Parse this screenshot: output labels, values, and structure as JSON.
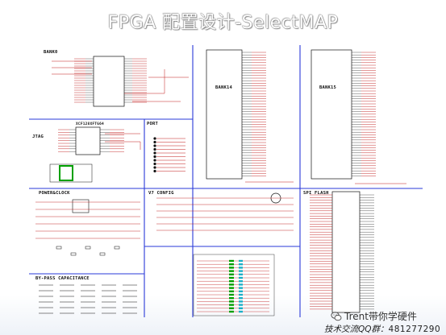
{
  "slide": {
    "title": "FPGA 配置设计-SelectMAP"
  },
  "schematic": {
    "panels": {
      "bank0": "BANK0",
      "bank14": "BANK14",
      "bank15": "BANK15",
      "jtag": "JTAG",
      "port": "PORT",
      "power_clock": "POWER&CLOCK",
      "v7_config": "V7 CONFIG",
      "spi_flash": "SPI FLASH",
      "bypass_capacitance": "BY-PASS CAPACITANCE",
      "chip_label_jtag": "XCF128XFTG64"
    },
    "colors": {
      "frame_line": "#2a3ad8",
      "wire": "#c01818",
      "ink": "#111111",
      "bus": "#00a000",
      "highlight": "#1ab0c8"
    }
  },
  "watermark": {
    "account": "Trent带你学硬件",
    "icon": "wechat-chat-icon",
    "qq_label": "技术交流QQ群：",
    "qq_number": "481277290"
  }
}
